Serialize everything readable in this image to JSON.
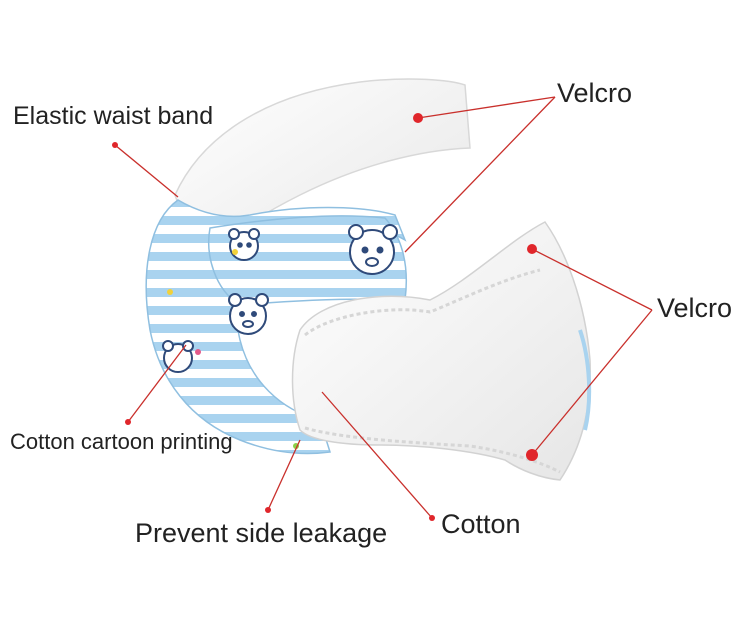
{
  "labels": {
    "elastic_waist_band": "Elastic waist band",
    "velcro_top": "Velcro",
    "velcro_side": "Velcro",
    "cotton_cartoon_printing": "Cotton cartoon printing",
    "prevent_side_leakage": "Prevent side leakage",
    "cotton": "Cotton"
  },
  "colors": {
    "background": "#ffffff",
    "label_text": "#222222",
    "pointer_line": "#c9302c",
    "pointer_dot": "#e0262b",
    "stripe_blue": "#a9d3ef",
    "cotton_white": "#f7f7f7"
  }
}
